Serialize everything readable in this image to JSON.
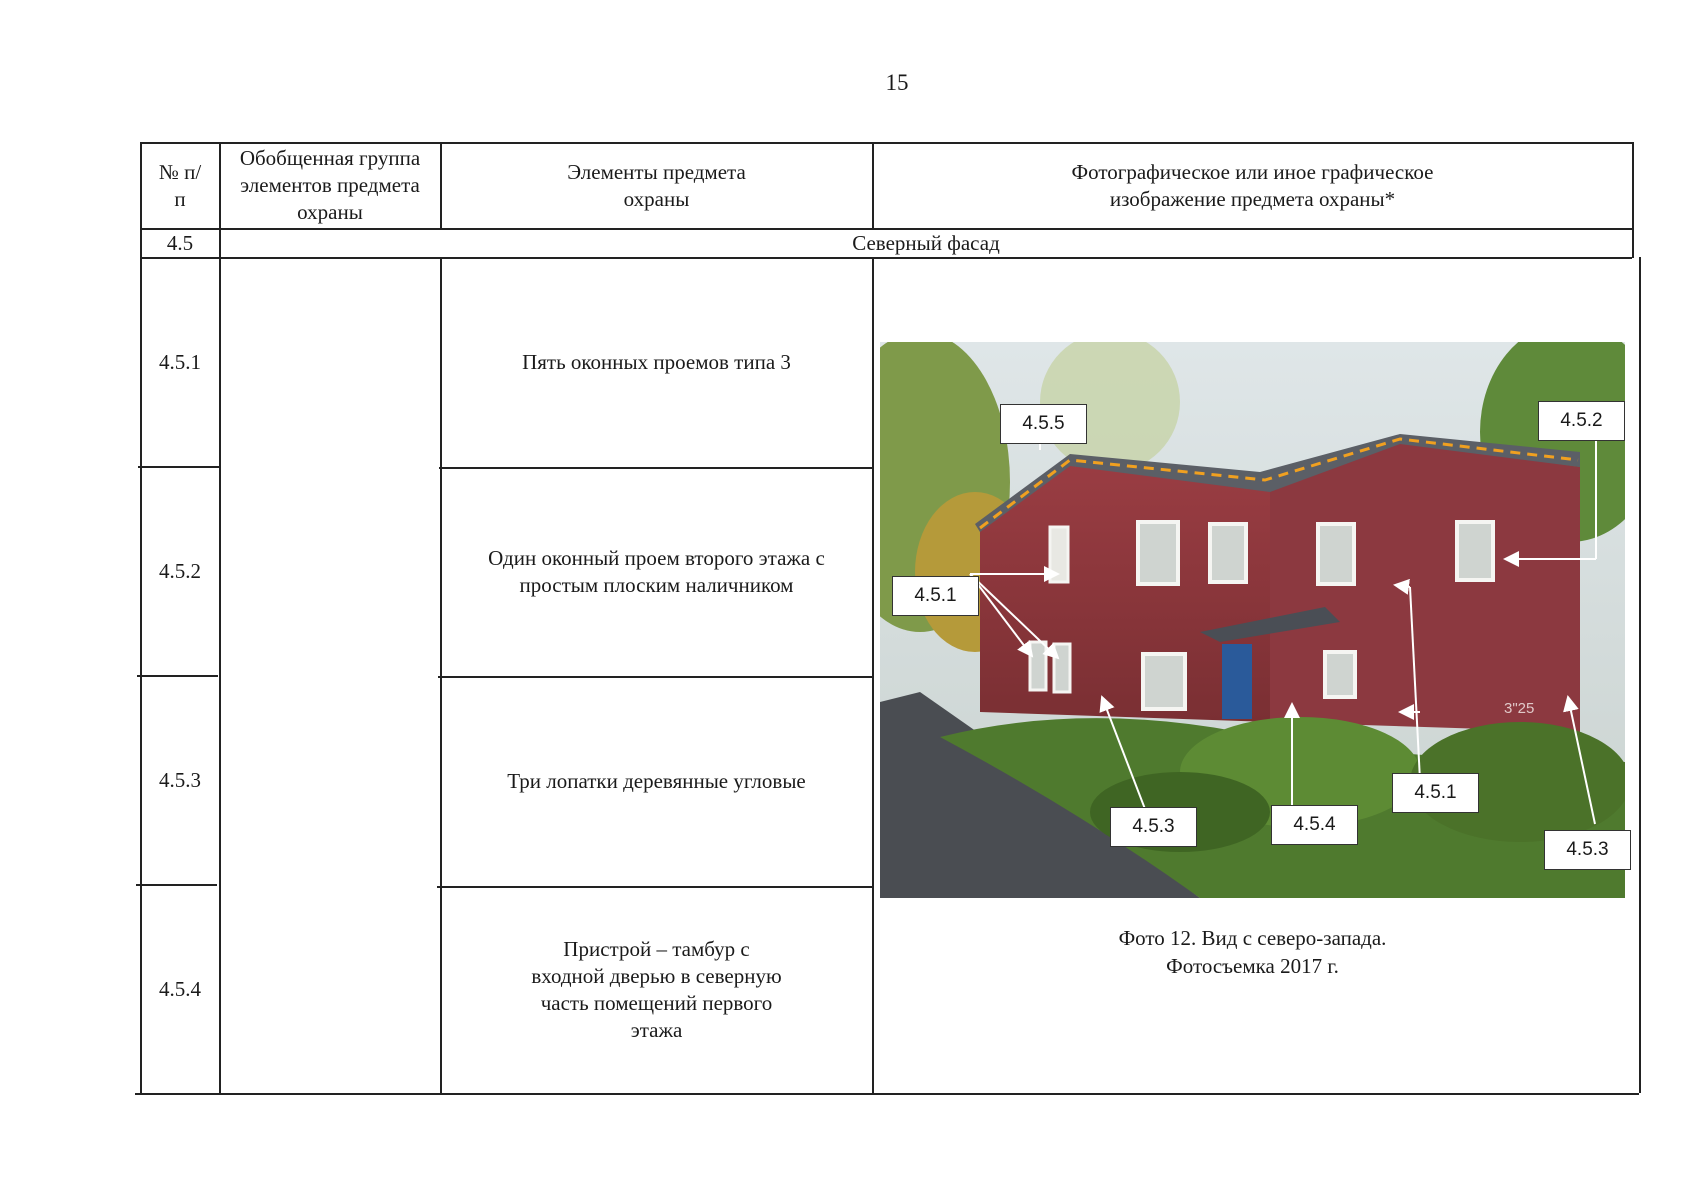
{
  "page_number": "15",
  "table": {
    "headers": {
      "num": "№ п/п",
      "group": "Обобщенная группа элементов предмета охраны",
      "elements": "Элементы предмета охраны",
      "image": "Фотографическое или иное графическое изображение предмета охраны*"
    },
    "section": {
      "num": "4.5",
      "title": "Северный фасад"
    },
    "rows": [
      {
        "num": "4.5.1",
        "element": "Пять оконных проемов типа 3"
      },
      {
        "num": "4.5.2",
        "element": "Один оконный проем второго этажа с простым плоским наличником"
      },
      {
        "num": "4.5.3",
        "element": "Три лопатки деревянные угловые"
      },
      {
        "num": "4.5.4",
        "element": "Пристрой – тамбур с входной дверью в северную часть помещений первого этажа"
      }
    ]
  },
  "photo": {
    "callouts": [
      "4.5.5",
      "4.5.2",
      "4.5.1",
      "4.5.1",
      "4.5.3",
      "4.5.4",
      "4.5.3"
    ],
    "house_number": "3\"25",
    "caption_line1": "Фото 12. Вид с северо-запада.",
    "caption_line2": "Фотосъемка 2017 г.",
    "colors": {
      "facade": "#8e3a3e",
      "roof": "#5b5f66",
      "greenery": "#4f7a2e",
      "dashed_outline": "#f0a020"
    }
  }
}
